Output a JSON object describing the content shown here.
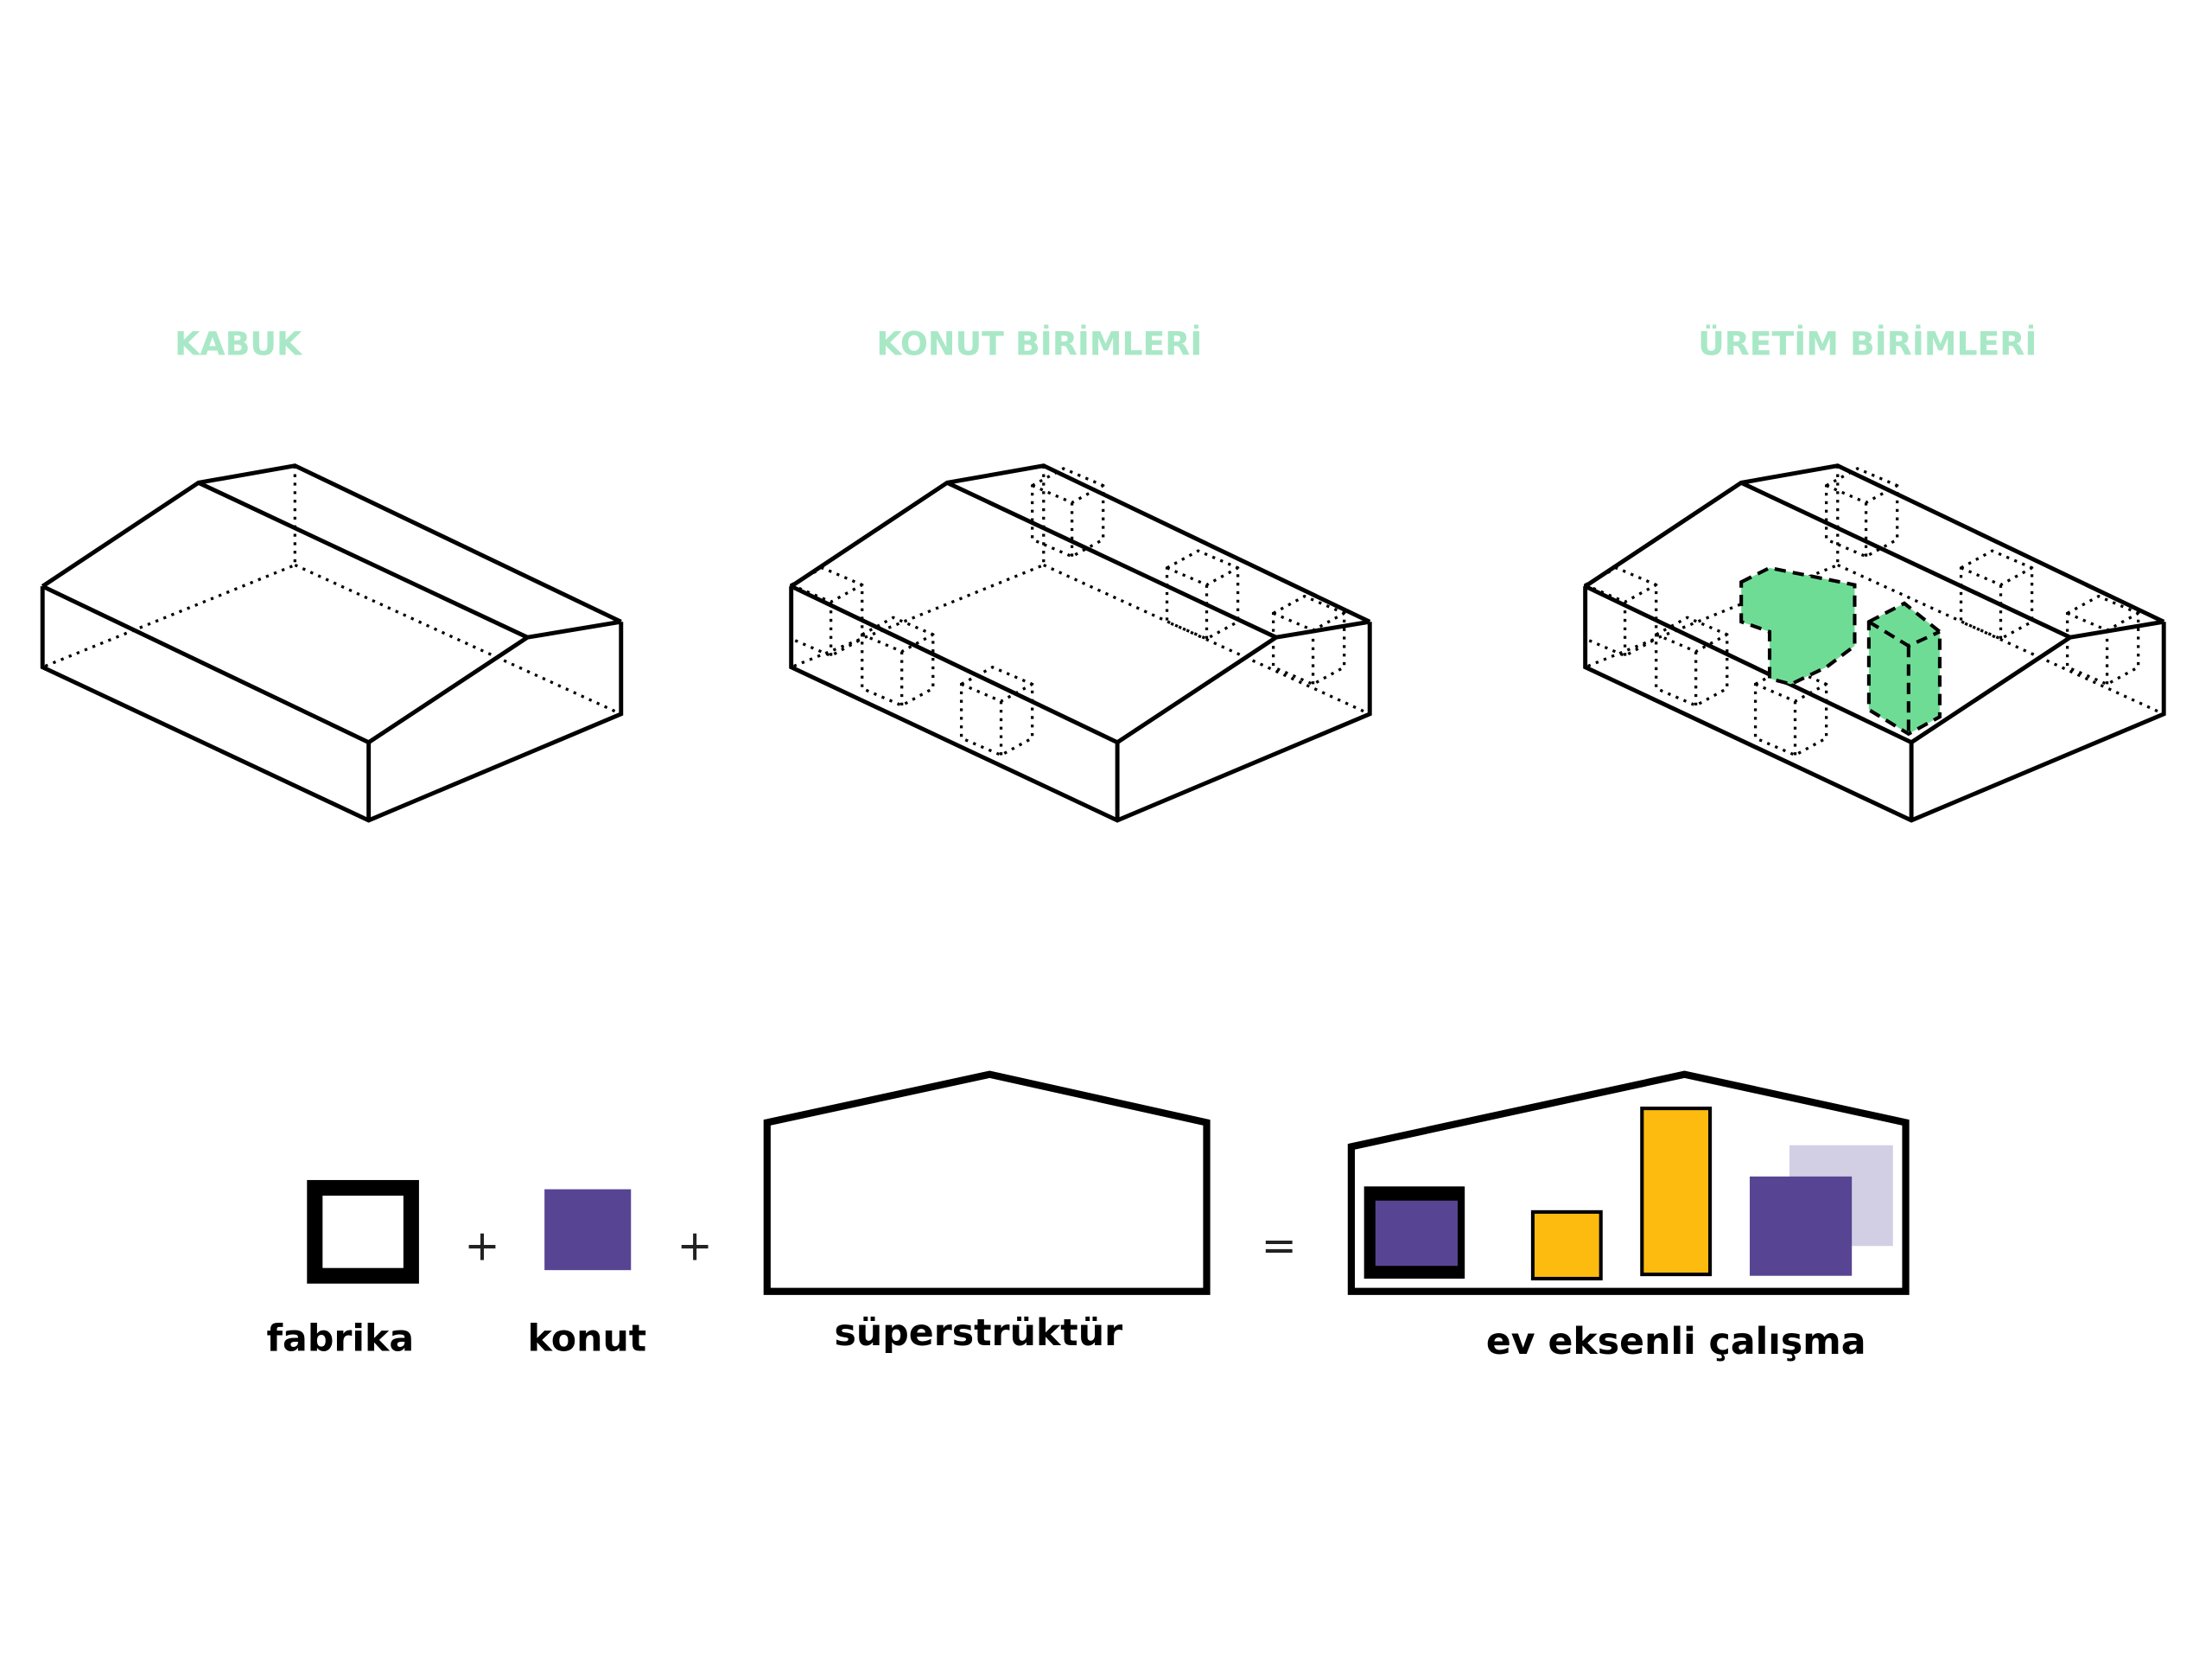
{
  "headings": {
    "shell": "KABUK",
    "housing_units": "KONUT BİRİMLERİ",
    "production_units": "ÜRETİM BİRİMLERİ"
  },
  "equation": {
    "factory": "fabrika",
    "housing": "konut",
    "superstructure": "süperstrüktür",
    "result": "ev eksenli çalışma",
    "plus": "+",
    "equals": "="
  },
  "colors": {
    "heading": "#a8e8c6",
    "housing": "#574593",
    "production": "#fdbb10",
    "lavender": "#d2cfe5",
    "production_units": "#6fdc96"
  }
}
